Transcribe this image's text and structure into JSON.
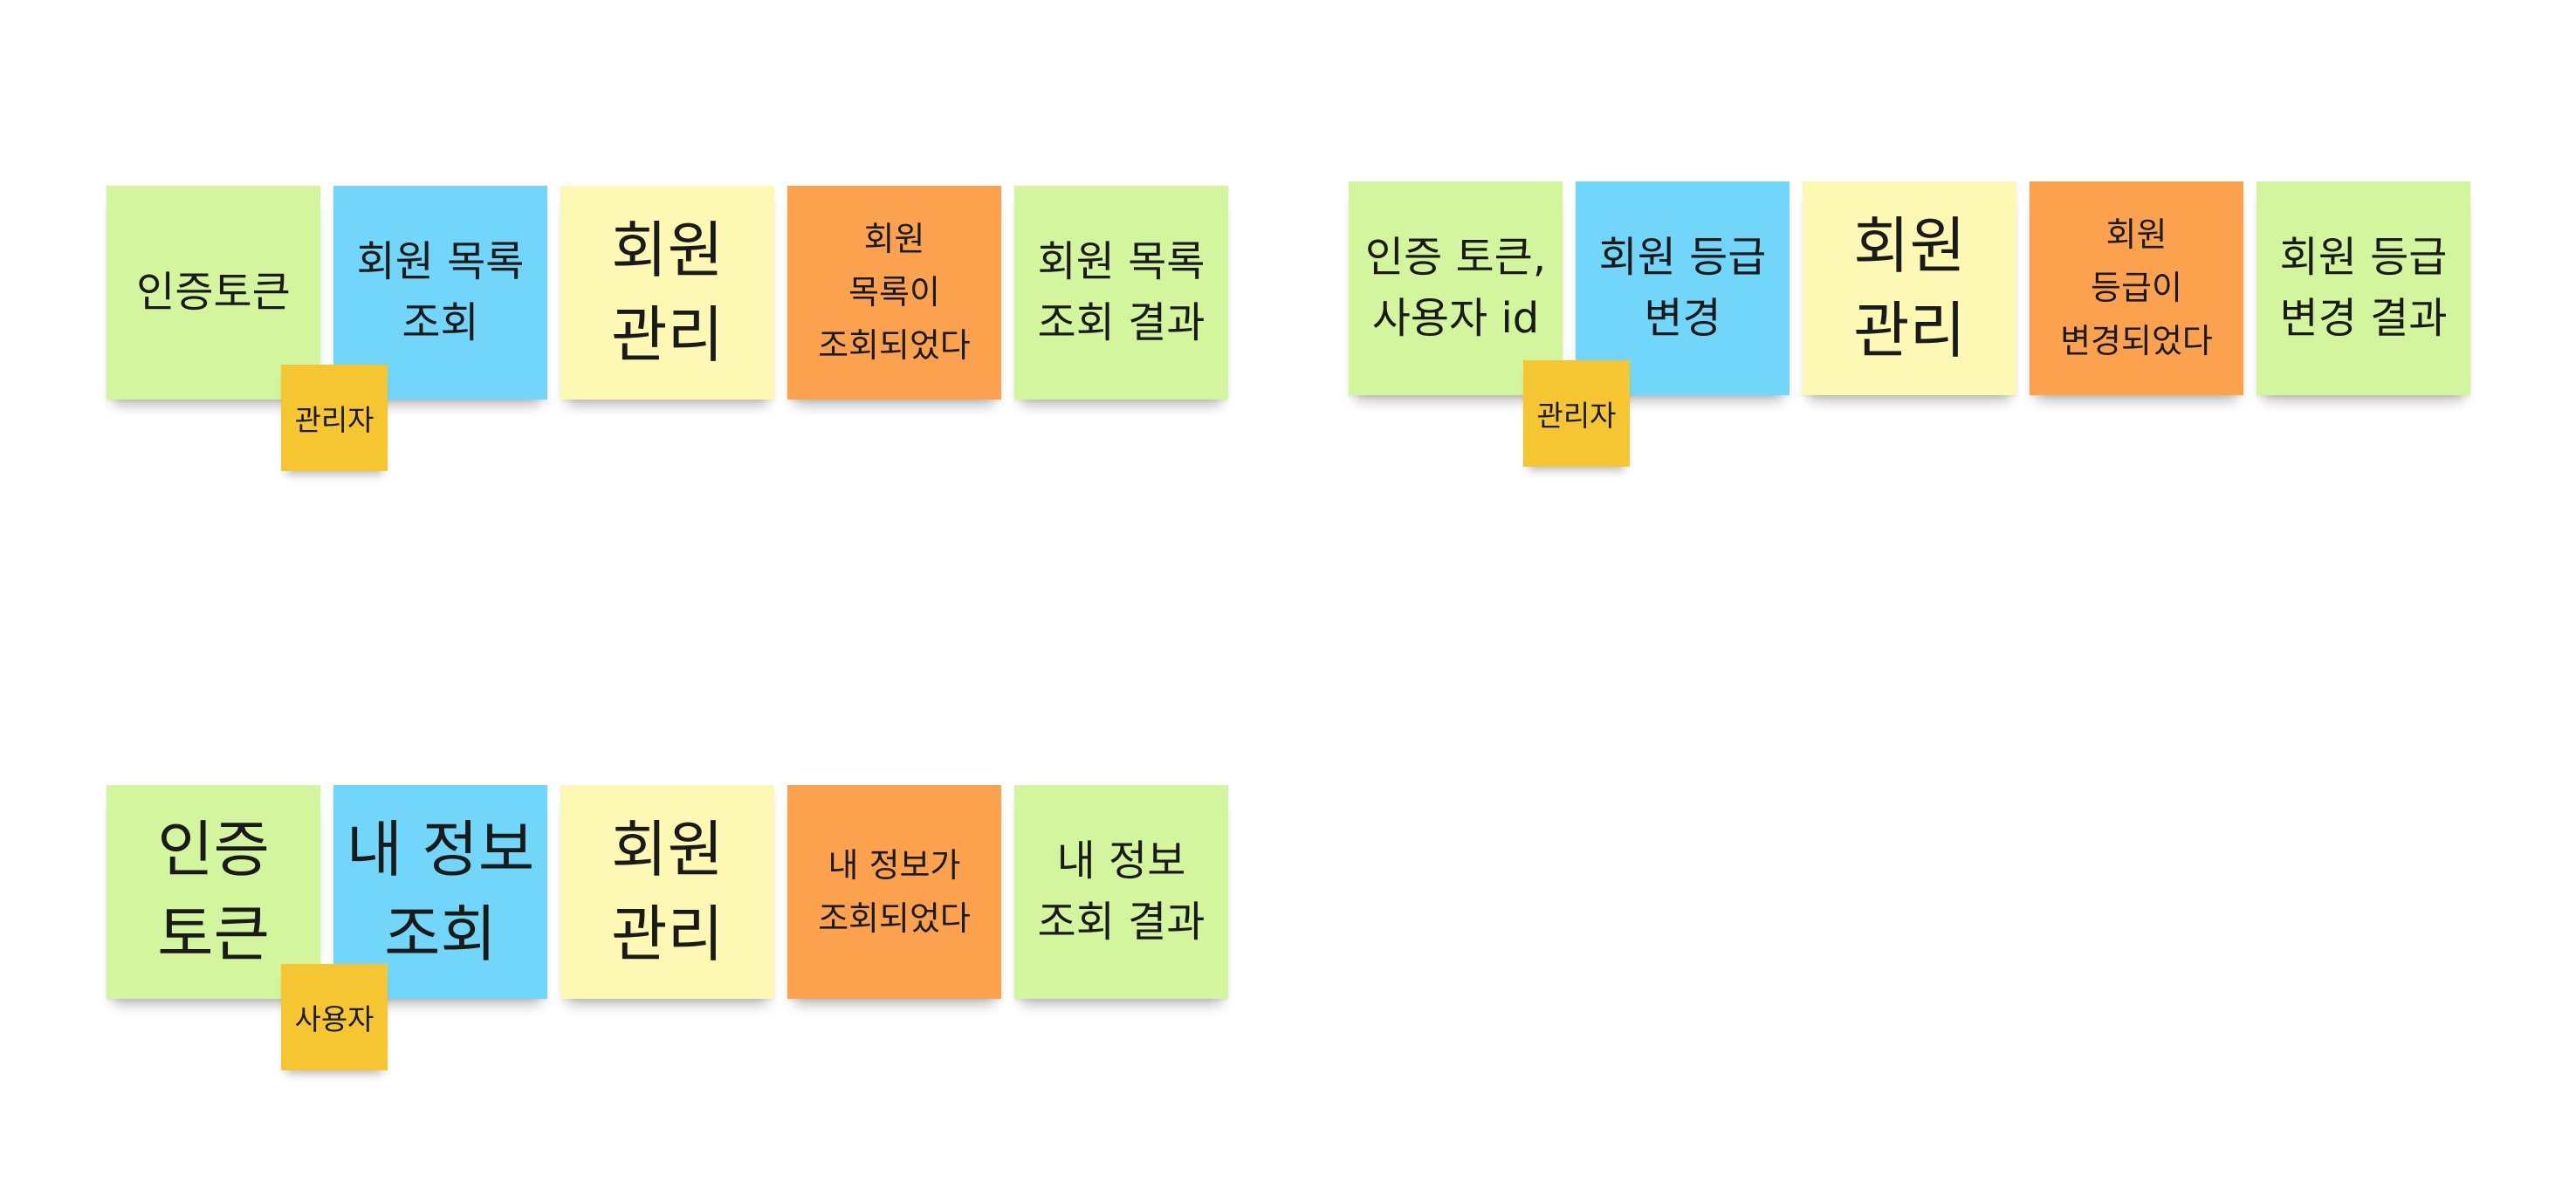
{
  "board": {
    "flows": [
      {
        "id": "list-members",
        "notes": [
          {
            "kind": "read-model",
            "color": "#d3f59d",
            "text": "인증토큰"
          },
          {
            "kind": "command",
            "color": "#72d6fb",
            "text": "회원 목록\n조회"
          },
          {
            "kind": "aggregate",
            "color": "#fdf8b3",
            "text": "회원\n관리"
          },
          {
            "kind": "event",
            "color": "#fca24f",
            "text": "회원\n목록이\n조회되었다"
          },
          {
            "kind": "read-model",
            "color": "#d3f59d",
            "text": "회원 목록\n조회 결과"
          }
        ],
        "actor": {
          "color": "#f5c631",
          "text": "관리자"
        }
      },
      {
        "id": "change-grade",
        "notes": [
          {
            "kind": "read-model",
            "color": "#d3f59d",
            "text": "인증 토큰,\n사용자 id"
          },
          {
            "kind": "command",
            "color": "#72d6fb",
            "text": "회원 등급\n변경"
          },
          {
            "kind": "aggregate",
            "color": "#fdf8b3",
            "text": "회원\n관리"
          },
          {
            "kind": "event",
            "color": "#fca24f",
            "text": "회원\n등급이\n변경되었다"
          },
          {
            "kind": "read-model",
            "color": "#d3f59d",
            "text": "회원 등급\n변경 결과"
          }
        ],
        "actor": {
          "color": "#f5c631",
          "text": "관리자"
        }
      },
      {
        "id": "my-info",
        "notes": [
          {
            "kind": "read-model",
            "color": "#d3f59d",
            "text": "인증\n토큰"
          },
          {
            "kind": "command",
            "color": "#72d6fb",
            "text": "내 정보\n조회"
          },
          {
            "kind": "aggregate",
            "color": "#fdf8b3",
            "text": "회원\n관리"
          },
          {
            "kind": "event",
            "color": "#fca24f",
            "text": "내 정보가\n조회되었다"
          },
          {
            "kind": "read-model",
            "color": "#d3f59d",
            "text": "내 정보\n조회 결과"
          }
        ],
        "actor": {
          "color": "#f5c631",
          "text": "사용자"
        }
      }
    ]
  }
}
